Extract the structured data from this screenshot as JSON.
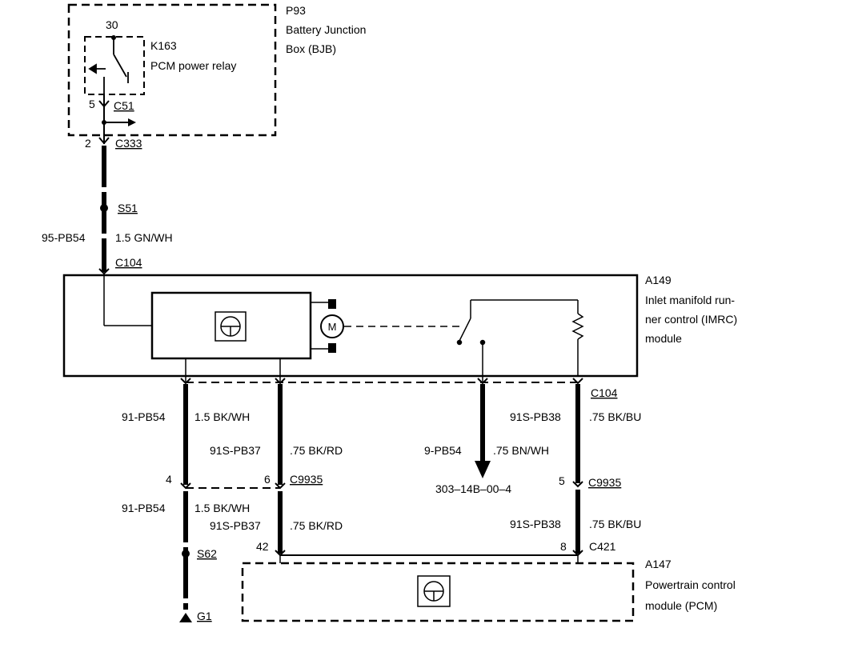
{
  "bjb": {
    "id": "P93",
    "line1": "Battery Junction",
    "line2": "Box (BJB)"
  },
  "relay": {
    "id": "K163",
    "name": "PCM power relay",
    "pin": "30"
  },
  "upper": {
    "pin5": "5",
    "conn_c51": "C51",
    "pin2": "2",
    "conn_c333": "C333",
    "splice_s51": "S51",
    "circuit": "95-PB54",
    "wire": "1.5 GN/WH",
    "conn_c104": "C104"
  },
  "imrc": {
    "id": "A149",
    "line1": "Inlet manifold run-",
    "line2": "ner control (IMRC)",
    "line3": "module",
    "motor": "M"
  },
  "mid": {
    "conn_c104": "C104",
    "left_circuit": "91-PB54",
    "left_wire": "1.5 BK/WH",
    "c2_circuit": "91S-PB37",
    "c2_wire": ".75 BK/RD",
    "c3_circuit": "9-PB54",
    "c3_wire": ".75 BN/WH",
    "right_circuit": "91S-PB38",
    "right_wire": ".75 BK/BU",
    "pin4": "4",
    "pin6": "6",
    "conn_c9935_a": "C9935",
    "ref": "303–14B–00–4",
    "pin5": "5",
    "conn_c9935_b": "C9935"
  },
  "lower": {
    "left_circuit": "91-PB54",
    "left_wire": "1.5 BK/WH",
    "c2_circuit": "91S-PB37",
    "c2_wire": ".75 BK/RD",
    "right_circuit": "91S-PB38",
    "right_wire": ".75 BK/BU",
    "pin42": "42",
    "pin8": "8",
    "conn_c421": "C421",
    "splice_s62": "S62",
    "ground_g1": "G1"
  },
  "pcm": {
    "id": "A147",
    "line1": "Powertrain control",
    "line2": "module (PCM)"
  }
}
